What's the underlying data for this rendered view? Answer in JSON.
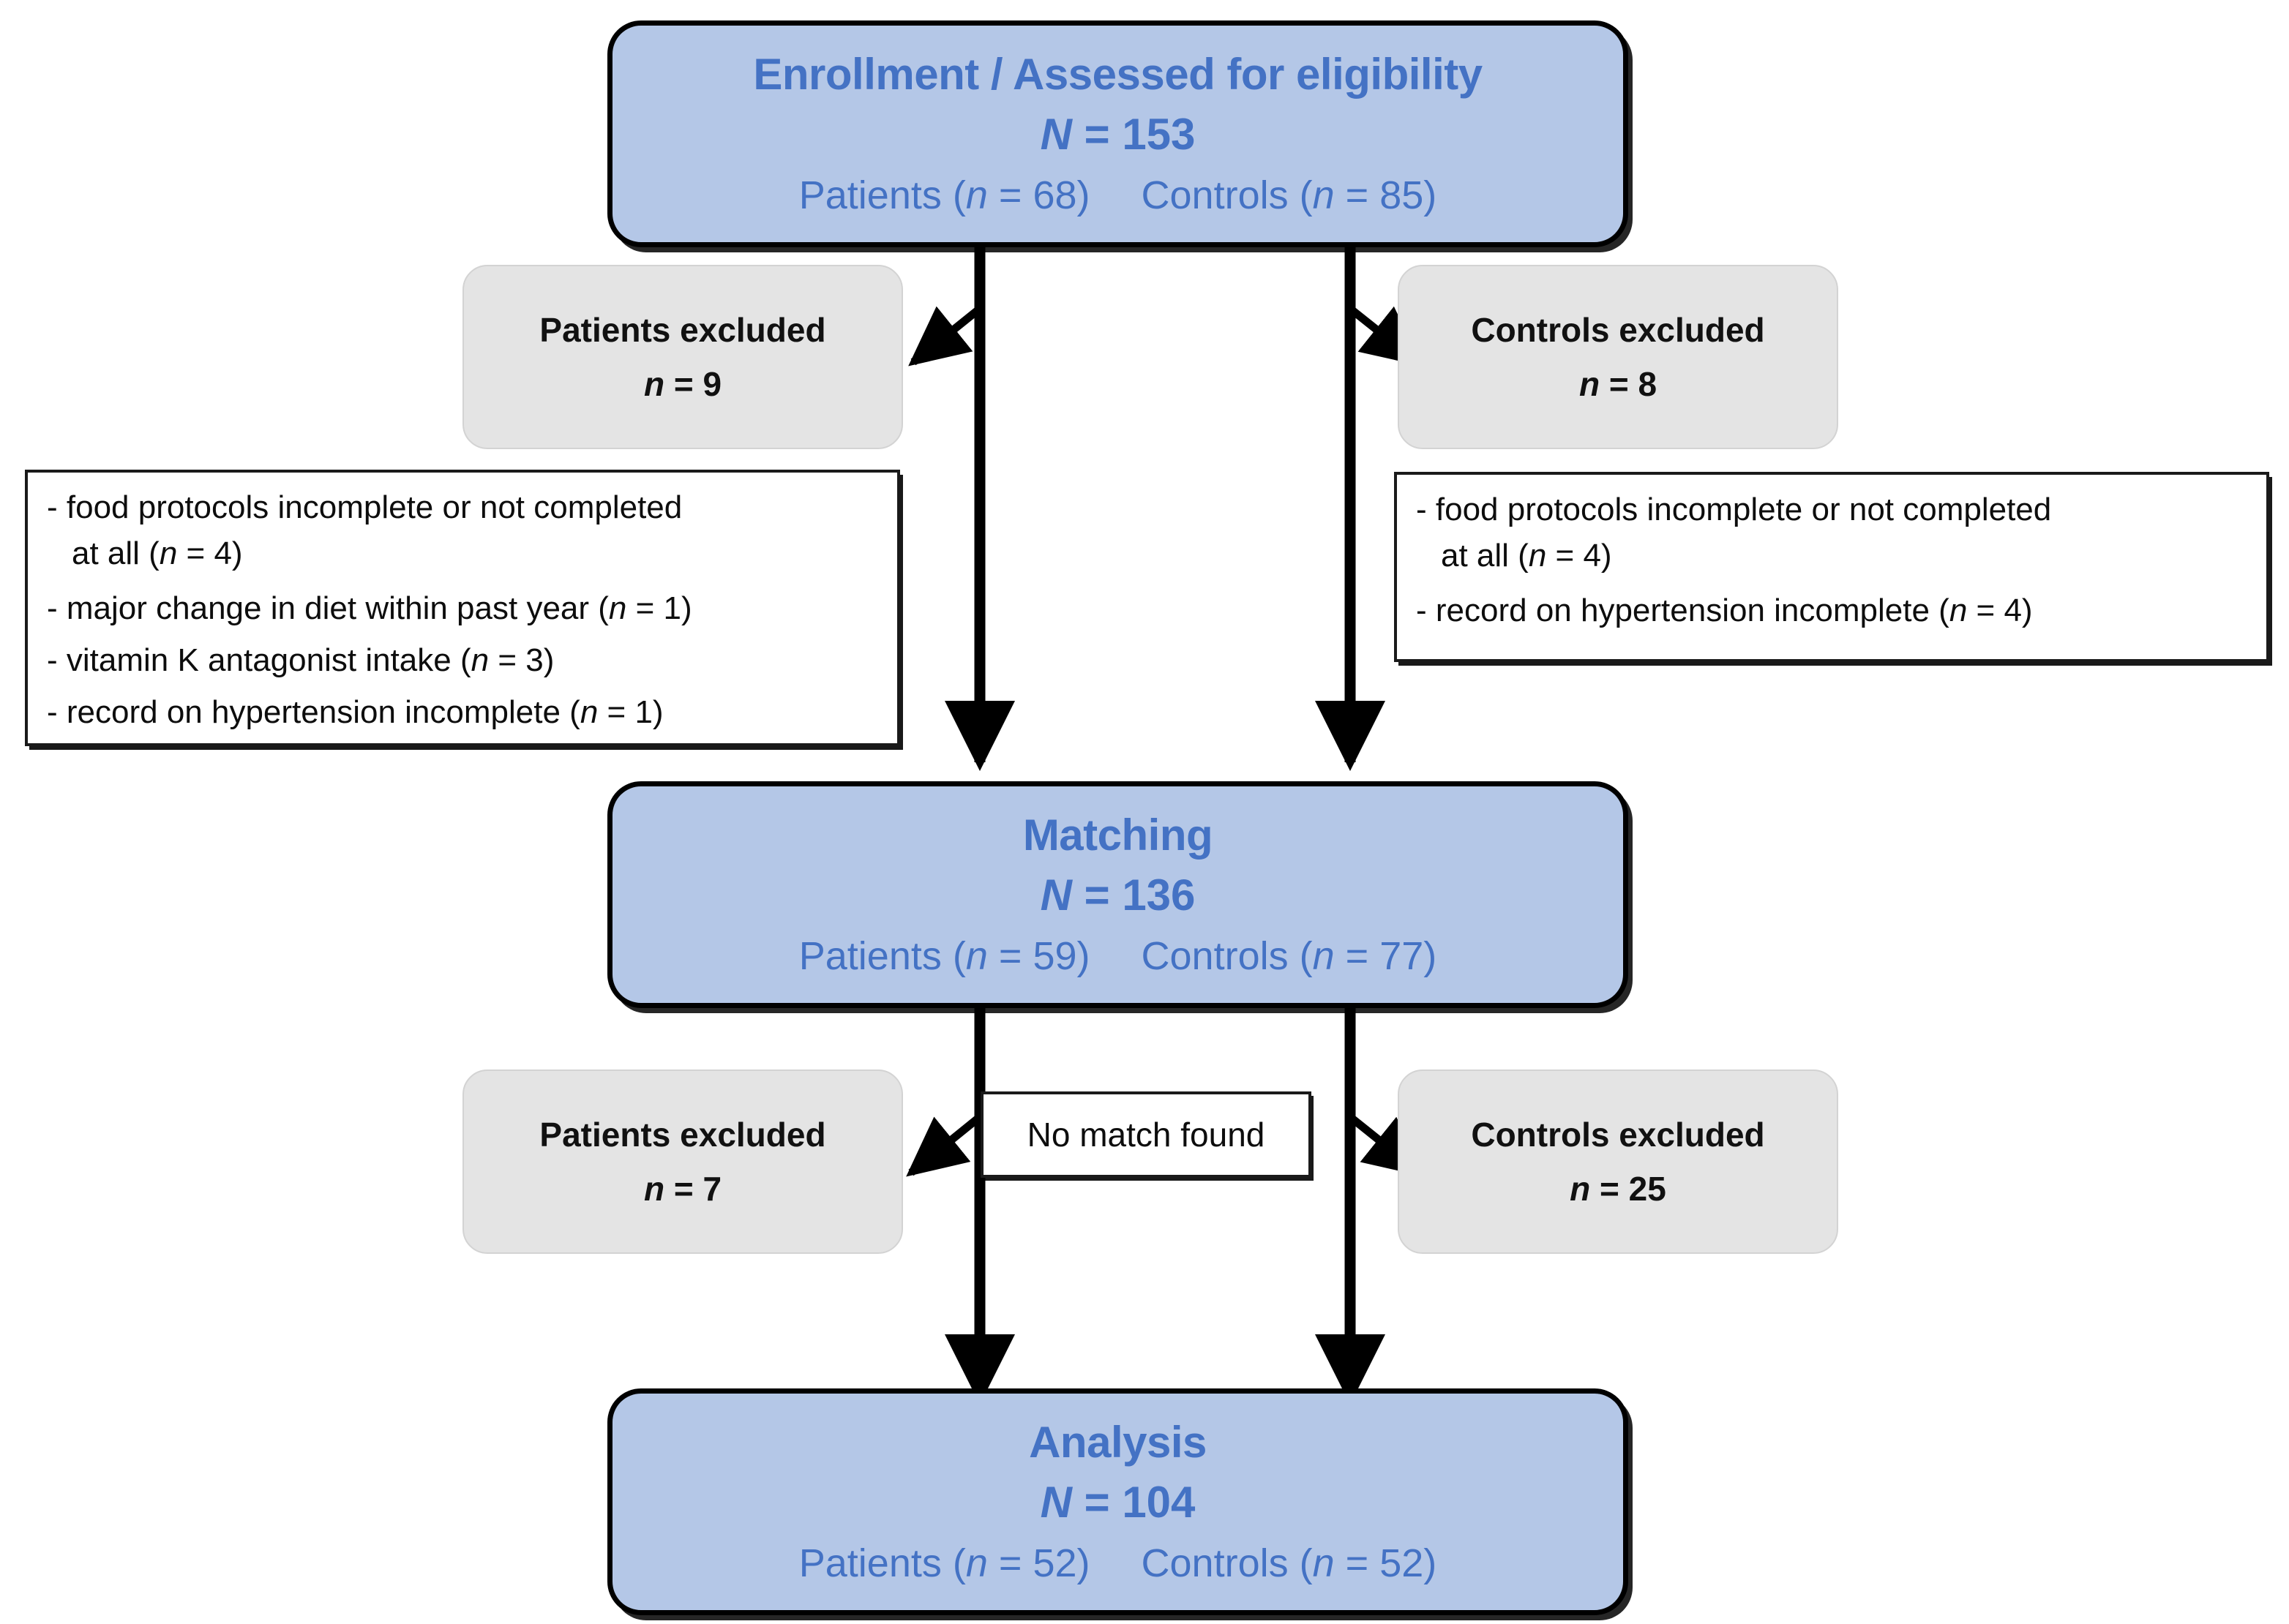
{
  "diagram": {
    "title": "CONSORT-style participant flow diagram",
    "colors": {
      "main_fill": "#b4c7e7",
      "main_text": "#4472c4",
      "excluded_fill": "#e4e4e4",
      "border": "#000000",
      "body_text": "#0d0d0d"
    }
  },
  "enrollment": {
    "title": "Enrollment / Assessed for eligibility",
    "n_label": "N",
    "n_equals": "=",
    "n_value": "153",
    "total": "N = 153",
    "groups": [
      {
        "name": "Patients",
        "open": "(",
        "italic_n": "n",
        "eq": "= 68",
        "close": ")",
        "full": "Patients (n = 68)"
      },
      {
        "name": "Controls",
        "open": "(",
        "italic_n": "n",
        "eq": "= 85",
        "close": ")",
        "full": "Controls (n = 85)"
      }
    ]
  },
  "matching": {
    "title": "Matching",
    "n_label": "N",
    "n_value": "136",
    "total": "N = 136",
    "groups": [
      {
        "name": "Patients",
        "italic_n": "n",
        "eq": "= 59",
        "full": "Patients (n = 59)"
      },
      {
        "name": "Controls",
        "italic_n": "n",
        "eq": "= 77",
        "full": "Controls (n = 77)"
      }
    ]
  },
  "analysis": {
    "title": "Analysis",
    "n_label": "N",
    "n_value": "104",
    "total": "N = 104",
    "groups": [
      {
        "name": "Patients",
        "italic_n": "n",
        "eq": "= 52",
        "full": "Patients (n = 52)"
      },
      {
        "name": "Controls",
        "italic_n": "n",
        "eq": "= 52",
        "full": "Controls (n = 52)"
      }
    ]
  },
  "exclusions_stage1": {
    "patients": {
      "label": "Patients excluded",
      "italic_n": "n",
      "value": "= 9",
      "full": "n = 9"
    },
    "controls": {
      "label": "Controls excluded",
      "italic_n": "n",
      "value": "= 8",
      "full": "n = 8"
    },
    "patient_reasons": [
      {
        "text": "- food protocols incomplete or not completed",
        "cont": ""
      },
      {
        "text": "at all (",
        "italic_n": "n",
        "tail": " = 4)",
        "cont": "true"
      },
      {
        "text": "- major change in diet within past year (",
        "italic_n": "n",
        "tail": " = 1)"
      },
      {
        "text": "- vitamin K antagonist intake  (",
        "italic_n": "n",
        "tail": " = 3)"
      },
      {
        "text": "- record on hypertension incomplete (",
        "italic_n": "n",
        "tail": " = 1)"
      }
    ],
    "control_reasons": [
      {
        "text": "- food protocols incomplete or not completed"
      },
      {
        "text": "at all (",
        "italic_n": "n",
        "tail": " = 4)",
        "cont": "true"
      },
      {
        "text": "- record on hypertension incomplete (",
        "italic_n": "n",
        "tail": " = 4)"
      }
    ]
  },
  "exclusions_stage2": {
    "patients": {
      "label": "Patients excluded",
      "italic_n": "n",
      "value": "= 7",
      "full": "n = 7"
    },
    "controls": {
      "label": "Controls excluded",
      "italic_n": "n",
      "value": "= 25",
      "full": "n = 25"
    },
    "reason_label": "No match found"
  }
}
